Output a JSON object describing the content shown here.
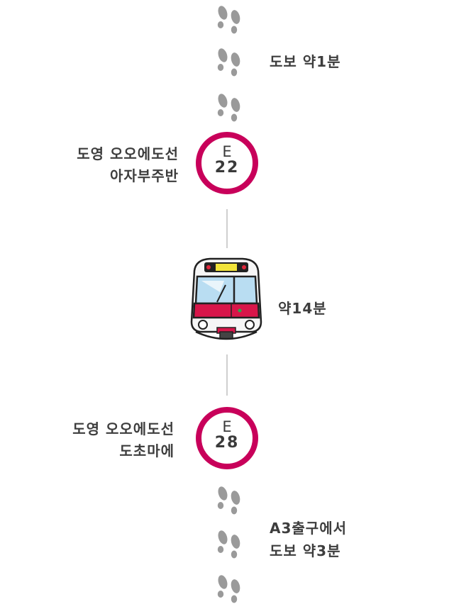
{
  "walk_start": {
    "text": "도보 약1분"
  },
  "station_a": {
    "line": "도영 오오에도선",
    "name": "아자부주반",
    "code_letter": "E",
    "code_number": "22"
  },
  "ride": {
    "text": "약14분"
  },
  "station_b": {
    "line": "도영 오오에도선",
    "name": "도초마에",
    "code_letter": "E",
    "code_number": "28"
  },
  "walk_end": {
    "line1": "A3출구에서",
    "line2": "도보 약3분"
  },
  "colors": {
    "accent": "#c8005a",
    "footprint": "#9a9a9a",
    "line": "#cfcfcf"
  }
}
